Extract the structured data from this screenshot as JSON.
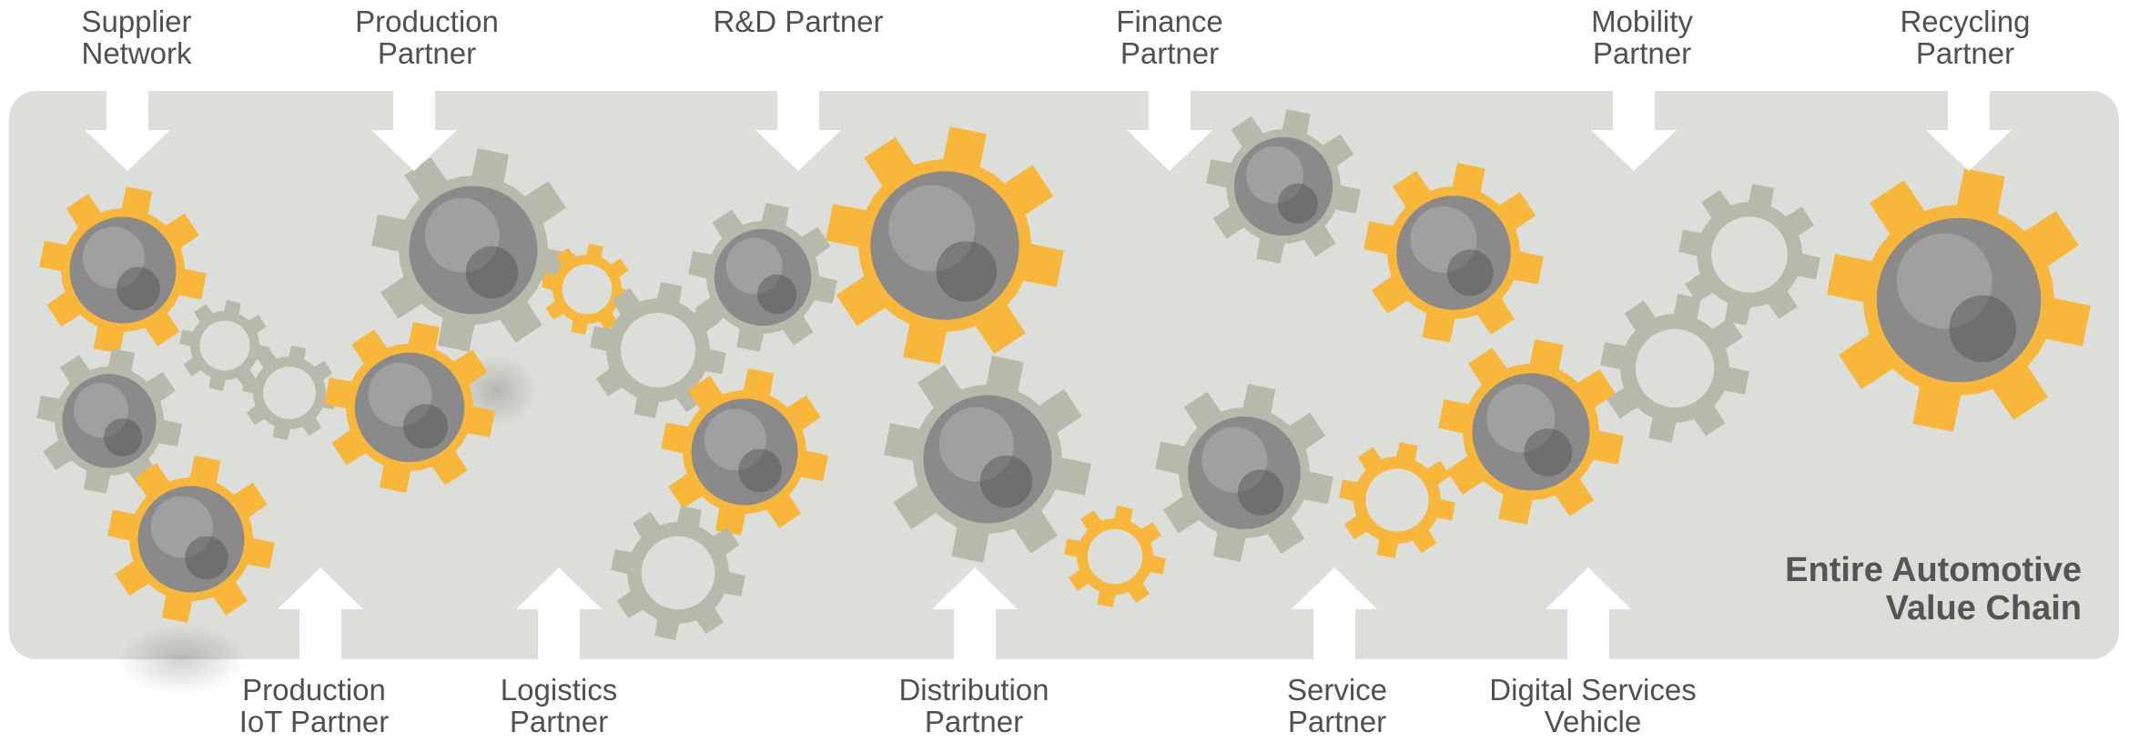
{
  "colors": {
    "panel": "#dcdfd9",
    "gear_gold": "#f8b63a",
    "gear_grey": "#b7b9ab",
    "arrow": "#ffffff",
    "text": "#505050",
    "photo": "#8a8a8a"
  },
  "top_labels": [
    {
      "line1": "Supplier",
      "line2": "Network"
    },
    {
      "line1": "Production",
      "line2": "Partner"
    },
    {
      "line1": "R&D Partner",
      "line2": ""
    },
    {
      "line1": "Finance",
      "line2": "Partner"
    },
    {
      "line1": "Mobility",
      "line2": "Partner"
    },
    {
      "line1": "Recycling",
      "line2": "Partner"
    }
  ],
  "bottom_labels": [
    {
      "line1": "Production",
      "line2": "IoT Partner"
    },
    {
      "line1": "Logistics",
      "line2": "Partner"
    },
    {
      "line1": "Distribution",
      "line2": "Partner"
    },
    {
      "line1": "Service",
      "line2": "Partner"
    },
    {
      "line1": "Digital Services",
      "line2": "Vehicle"
    }
  ],
  "chain_label": {
    "line1": "Entire Automotive",
    "line2": "Value Chain"
  }
}
